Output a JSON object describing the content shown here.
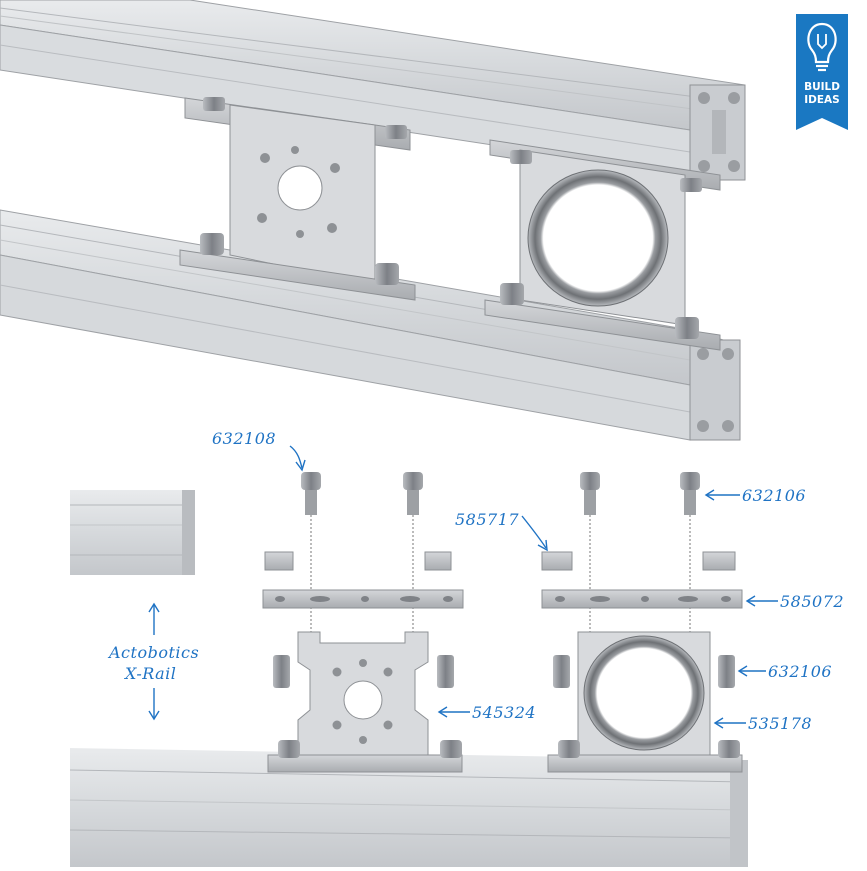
{
  "badge": {
    "line1": "BUILD",
    "line2": "IDEAS",
    "icon": "lightbulb-wrench-icon",
    "color": "#1a78c2"
  },
  "callouts": {
    "p632108": "632108",
    "p632106_top": "632106",
    "p585717": "585717",
    "p585072": "585072",
    "p632106_side": "632106",
    "p545324": "545324",
    "p535178": "535178",
    "xrail_line1": "Actobotics",
    "xrail_line2": "X-Rail"
  },
  "colors": {
    "callout": "#1f73c4",
    "metal_light": "#e2e4e6",
    "metal_mid": "#c4c7ca",
    "metal_dark": "#8a8d91"
  }
}
